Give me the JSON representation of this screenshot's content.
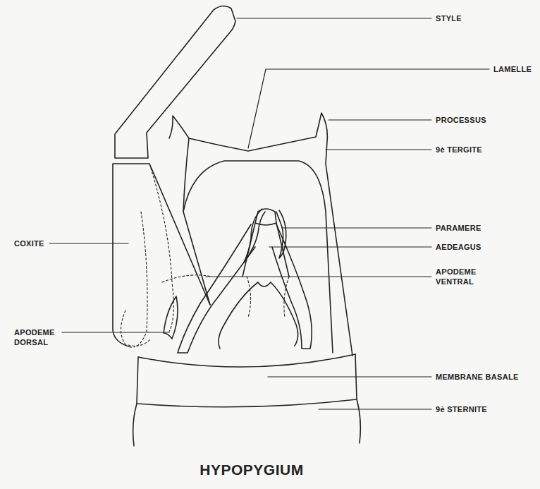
{
  "diagram": {
    "caption": "HYPOPYGIUM",
    "labels": [
      "STYLE",
      "LAMELLE",
      "PROCESSUS",
      "9è TERGITE",
      "PARAMERE",
      "AEDEAGUS",
      "APODEME VENTRAL",
      "COXITE",
      "APODEME DORSAL",
      "MEMBRANE BASALE",
      "9è STERNITE"
    ]
  }
}
